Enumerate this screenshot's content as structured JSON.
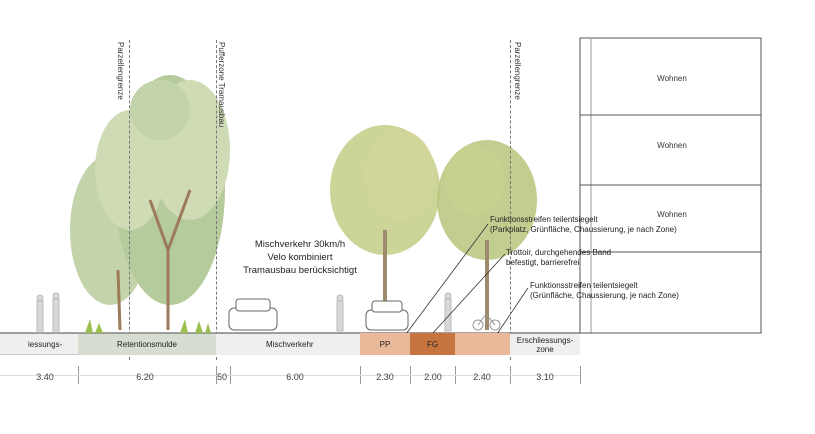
{
  "vertical_labels": {
    "left_parcel": "Parzellengrenze",
    "buffer": "Pufferzone Tramausbau",
    "right_parcel": "Parzellengrenze"
  },
  "center_text": [
    "Mischverkehr 30km/h",
    "Velo kombiniert",
    "Tramausbau berücksichtigt"
  ],
  "building_floors": [
    "Wohnen",
    "Wohnen",
    "Wohnen"
  ],
  "annotations": [
    {
      "line1": "Funktionsstreifen teilentsiegelt",
      "line2": "(Parkplatz, Grünfläche, Chaussierung, je nach Zone)"
    },
    {
      "line1": "Trottoir, durchgehendes Band",
      "line2": "befestigt, barrierefrei"
    },
    {
      "line1": "Funktionsstreifen teilentsiegelt",
      "line2": "(Grünfläche, Chaussierung, je nach Zone)"
    }
  ],
  "zones": {
    "left": "iessungs-",
    "retention": "Retentionsmulde",
    "mixed": "Mischverkehr",
    "pp": "PP",
    "fg": "FG",
    "right_line1": "Erschliessungs-",
    "right_line2": "zone"
  },
  "dimensions": [
    "3.40",
    "6.20",
    "50",
    "6.00",
    "2.30",
    "2.00",
    "2.40",
    "3.10"
  ],
  "colors": {
    "road": "#efefef",
    "retention": "#d8ddd2",
    "pp": "#e9b99a",
    "fg": "#c8743f",
    "right_strip": "#e9b99a",
    "tree_green": "#a9c38b",
    "tree_light": "#c7d5a8",
    "building_line": "#555555"
  }
}
